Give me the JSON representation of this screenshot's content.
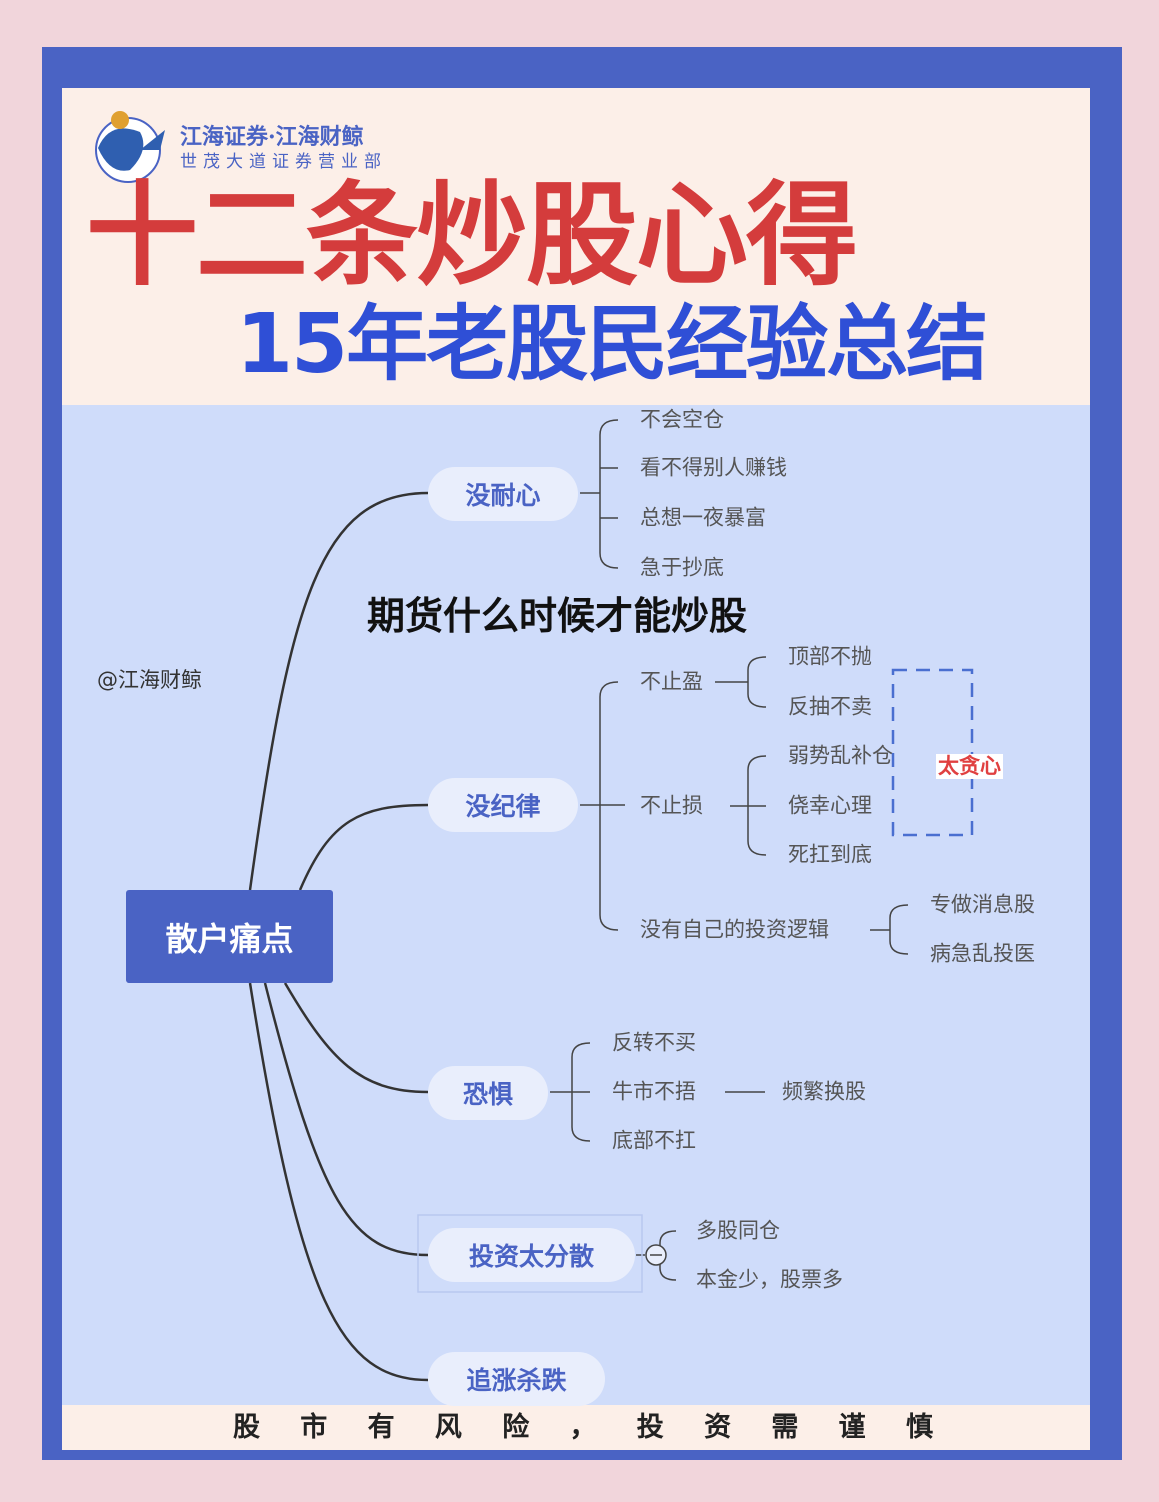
{
  "brand": {
    "line1": "江海证券·江海财鲸",
    "line2": "世茂大道证券营业部",
    "watermark": "@江海财鲸"
  },
  "title": "十二条炒股心得",
  "subtitle": "15年老股民经验总结",
  "overlay_title": "期货什么时候才能炒股",
  "mindmap": {
    "root": "散户痛点",
    "branches": [
      {
        "label": "没耐心",
        "children": [
          "不会空仓",
          "看不得别人赚钱",
          "总想一夜暴富",
          "急于抄底"
        ]
      },
      {
        "label": "没纪律",
        "children": [
          {
            "label": "不止盈",
            "children": [
              "顶部不抛",
              "反抽不卖"
            ]
          },
          {
            "label": "不止损",
            "children": [
              "弱势乱补仓",
              "侥幸心理",
              "死扛到底"
            ]
          },
          {
            "label": "没有自己的投资逻辑",
            "children": [
              "专做消息股",
              "病急乱投医"
            ]
          }
        ],
        "annotation": "太贪心"
      },
      {
        "label": "恐惧",
        "children": [
          "反转不买",
          {
            "label": "牛市不捂",
            "children": [
              "频繁换股"
            ]
          },
          "底部不扛"
        ]
      },
      {
        "label": "投资太分散",
        "children": [
          "多股同仓",
          "本金少，股票多"
        ]
      },
      {
        "label": "追涨杀跌",
        "children": []
      }
    ]
  },
  "disclaimer": [
    "股",
    "市",
    "有",
    "风",
    "险",
    "，",
    "投",
    "资",
    "需",
    "谨",
    "慎"
  ],
  "colors": {
    "frame": "#4a63c4",
    "title": "#d43c3c",
    "subtitle": "#2f4fd6",
    "annotation": "#e04040",
    "canvas": "#cfdcfa"
  }
}
